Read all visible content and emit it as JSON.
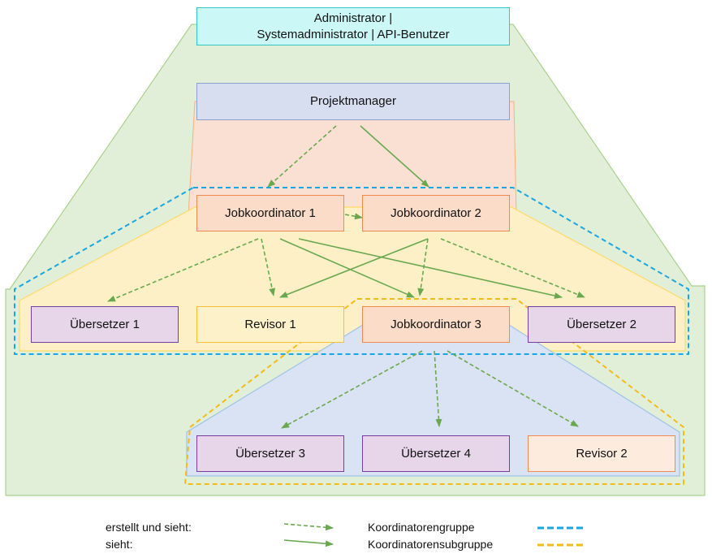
{
  "roles": {
    "admin_line1": "Administrator |",
    "admin_line2": "Systemadministrator | API-Benutzer",
    "projektmanager": "Projektmanager",
    "jobkoordinator_1": "Jobkoordinator 1",
    "jobkoordinator_2": "Jobkoordinator 2",
    "jobkoordinator_3": "Jobkoordinator 3",
    "uebersetzer_1": "Übersetzer 1",
    "uebersetzer_2": "Übersetzer 2",
    "uebersetzer_3": "Übersetzer 3",
    "uebersetzer_4": "Übersetzer 4",
    "revisor_1": "Revisor 1",
    "revisor_2": "Revisor 2"
  },
  "legend": {
    "creates_and_sees": "erstellt und sieht:",
    "sees": "sieht:",
    "coordinator_group": "Koordinatorengruppe",
    "coordinator_subgroup": "Koordinatorensubgruppe"
  },
  "colors": {
    "arrow": "#6aa84f",
    "coordinator_group_line": "#1aa6e0",
    "coordinator_subgroup_line": "#f2bb1c",
    "outer_region": "#e2efd8",
    "projektmanager_region": "#f9e0d2",
    "coordinator_region": "#fdf0c7",
    "subgroup_region": "#dae3f3"
  }
}
